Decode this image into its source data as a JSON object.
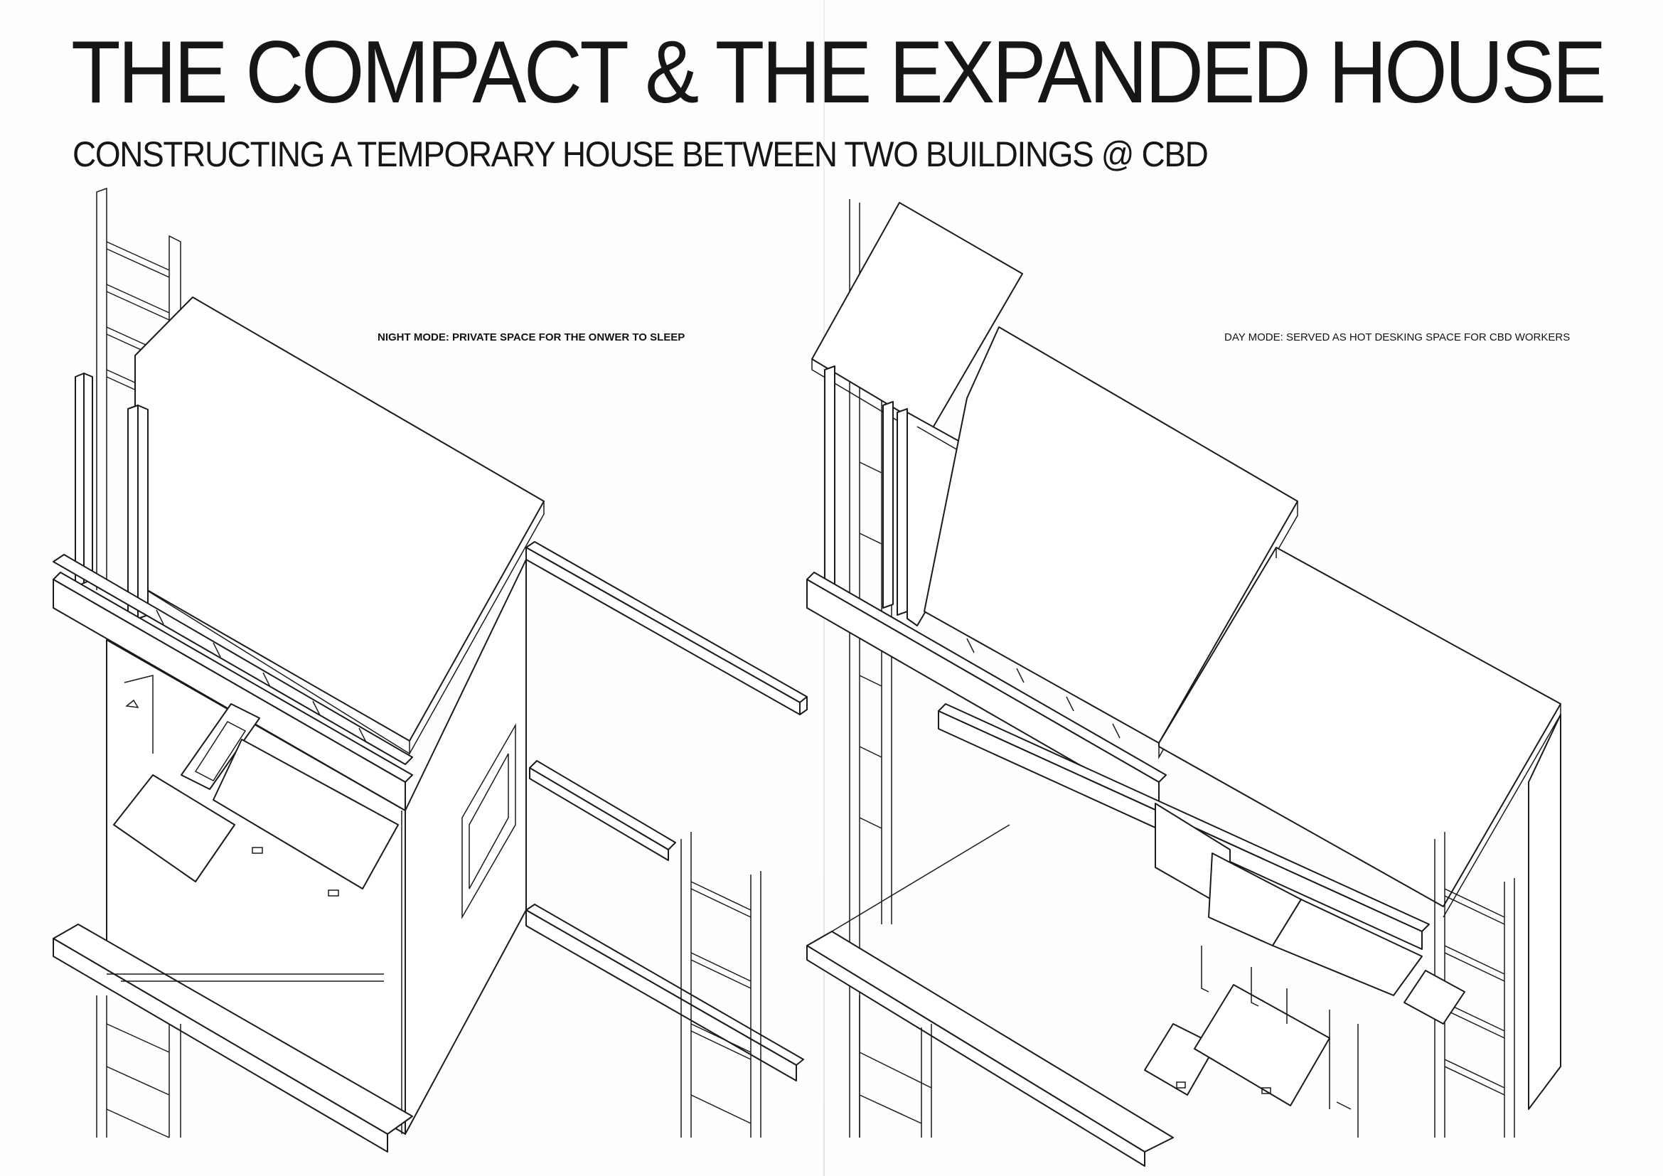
{
  "title": "THE COMPACT  & THE EXPANDED HOUSE",
  "subtitle": "CONSTRUCTING A TEMPORARY HOUSE BETWEEN TWO BUILDINGS @ CBD",
  "captions": {
    "night": "NIGHT MODE: PRIVATE SPACE FOR THE ONWER TO SLEEP",
    "day": "DAY MODE: SERVED AS HOT DESKING SPACE FOR CBD WORKERS"
  },
  "colors": {
    "ink": "#161616",
    "paper": "#fefefe"
  }
}
